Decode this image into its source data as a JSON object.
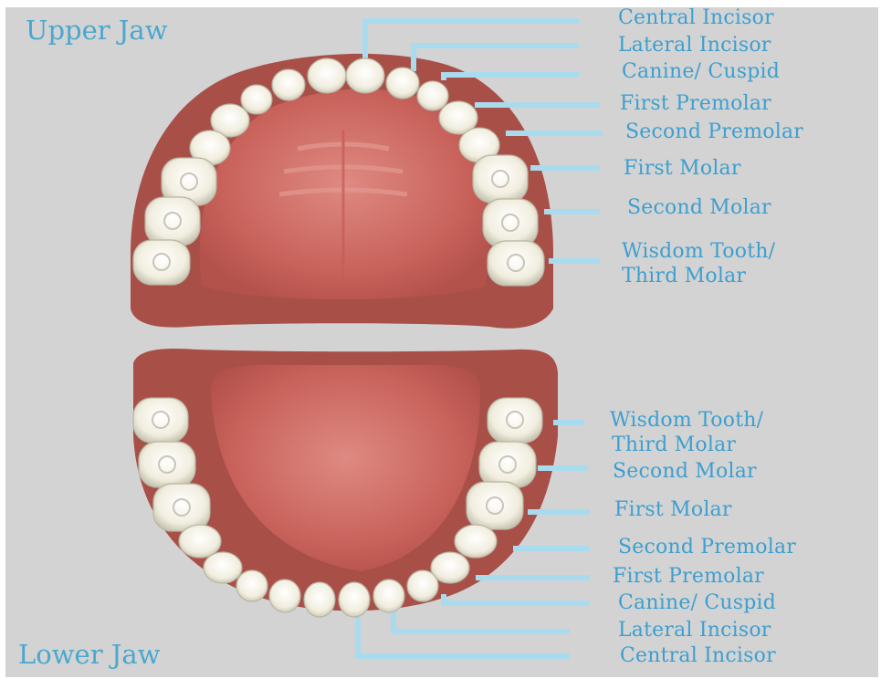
{
  "colors": {
    "background": "#d3d3d3",
    "gum": "#a84f48",
    "gum_inner": "#d06f68",
    "tooth": "#f4f1e4",
    "leader_line": "#a9dbef",
    "label_text": "#3d9fd0"
  },
  "upper_jaw": {
    "title": "Upper Jaw",
    "labels": [
      "Central Incisor",
      "Lateral Incisor",
      "Canine/ Cuspid",
      "First Premolar",
      "Second Premolar",
      "First Molar",
      "Second Molar",
      "Wisdom Tooth/",
      "Third Molar"
    ]
  },
  "lower_jaw": {
    "title": "Lower Jaw",
    "labels": [
      "Wisdom Tooth/",
      "Third Molar",
      "Second Molar",
      "First Molar",
      "Second Premolar",
      "First Premolar",
      "Canine/ Cuspid",
      "Lateral Incisor",
      "Central Incisor"
    ]
  }
}
